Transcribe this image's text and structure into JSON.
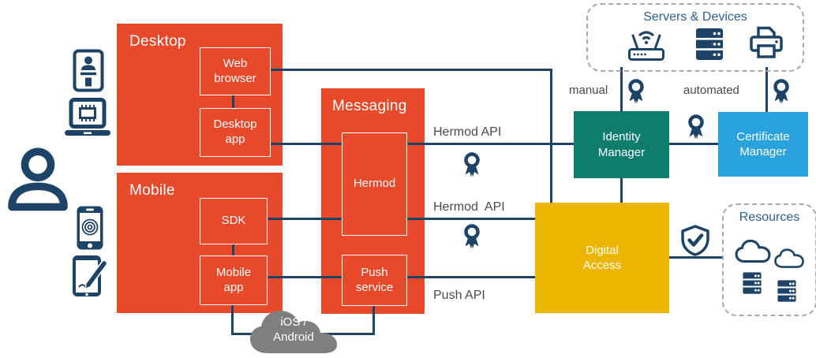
{
  "colors": {
    "orange": "#E8492B",
    "teal": "#0F7D6C",
    "blue": "#2AA3DC",
    "yellow": "#ECB500",
    "navy": "#1D4466",
    "cloud_gray": "#7F7F7F",
    "zone_border": "#A9A9A9",
    "zone_title": "#2B5F8F",
    "edge_label": "#4A4A4A"
  },
  "groups": {
    "desktop": {
      "title": "Desktop",
      "items": {
        "web_browser": "Web browser",
        "desktop_app": "Desktop app"
      }
    },
    "mobile": {
      "title": "Mobile",
      "items": {
        "sdk": "SDK",
        "mobile_app": "Mobile app"
      }
    },
    "messaging": {
      "title": "Messaging",
      "items": {
        "hermod": "Hermod",
        "push_service": "Push service"
      }
    }
  },
  "nodes": {
    "identity_manager": {
      "label": "Identity Manager"
    },
    "certificate_manager": {
      "label": "Certificate Manager"
    },
    "digital_access": {
      "label": "Digital Access"
    }
  },
  "zones": {
    "servers_devices": {
      "title": "Servers & Devices"
    },
    "resources": {
      "title": "Resources"
    }
  },
  "cloud": {
    "line1": "iOS /",
    "line2": "Android"
  },
  "edge_labels": {
    "hermod_api_top": "Hermod API",
    "hermod_api_mid": "Hermod  API",
    "push_api": "Push API",
    "manual": "manual",
    "automated": "automated"
  }
}
